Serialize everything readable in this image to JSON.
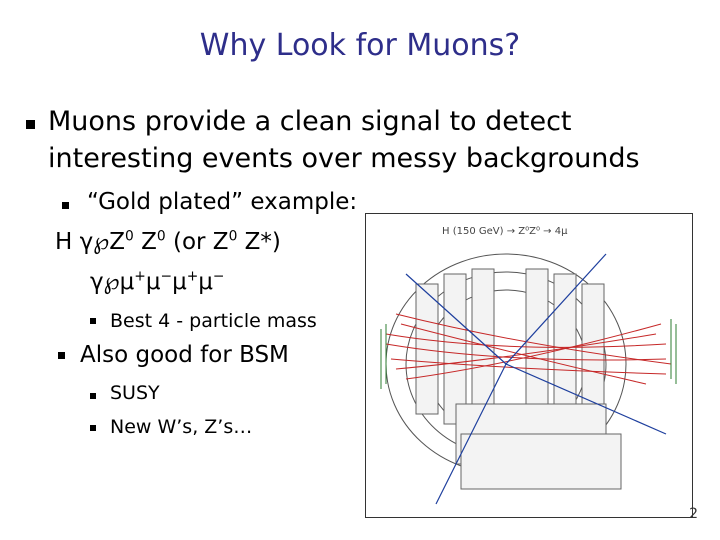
{
  "slide": {
    "title": "Why Look for Muons?",
    "bullet1_line1": "Muons provide a clean signal to detect",
    "bullet1_line2": "interesting events over messy backgrounds",
    "gold_label": "“Gold plated” example:",
    "eq1_prefix": "H ",
    "eq1_arrow": "γ℘",
    "eq1_text": "Z",
    "eq1_sup1": "0",
    "eq1_mid": " Z",
    "eq1_sup2": "0",
    "eq1_tail1": " (or Z",
    "eq1_sup3": "0",
    "eq1_tail2": " Z*)",
    "eq2_arrow": "γ℘",
    "eq2_mu": "μ",
    "eq2_plus": "+",
    "eq2_minus": "−",
    "sub_best": "Best 4 - particle mass",
    "bsm": "Also good for BSM",
    "susy": "SUSY",
    "new_wz": "New W’s, Z’s…",
    "page_number": "2"
  },
  "figure": {
    "caption": "H (150 GeV) → Z⁰Z⁰ → 4μ"
  }
}
